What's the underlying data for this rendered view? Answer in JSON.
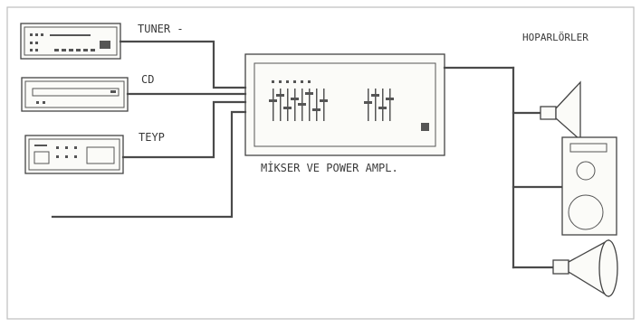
{
  "labels": {
    "tuner": "TUNER -",
    "cd": "CD",
    "teyp": "TEYP",
    "mixer": "MİKSER  VE POWER AMPL.",
    "speakers": "HOPARLÖRLER"
  },
  "colors": {
    "line": "#4a4a4a",
    "frame": "#bdbdbd",
    "background": "#ffffff"
  }
}
